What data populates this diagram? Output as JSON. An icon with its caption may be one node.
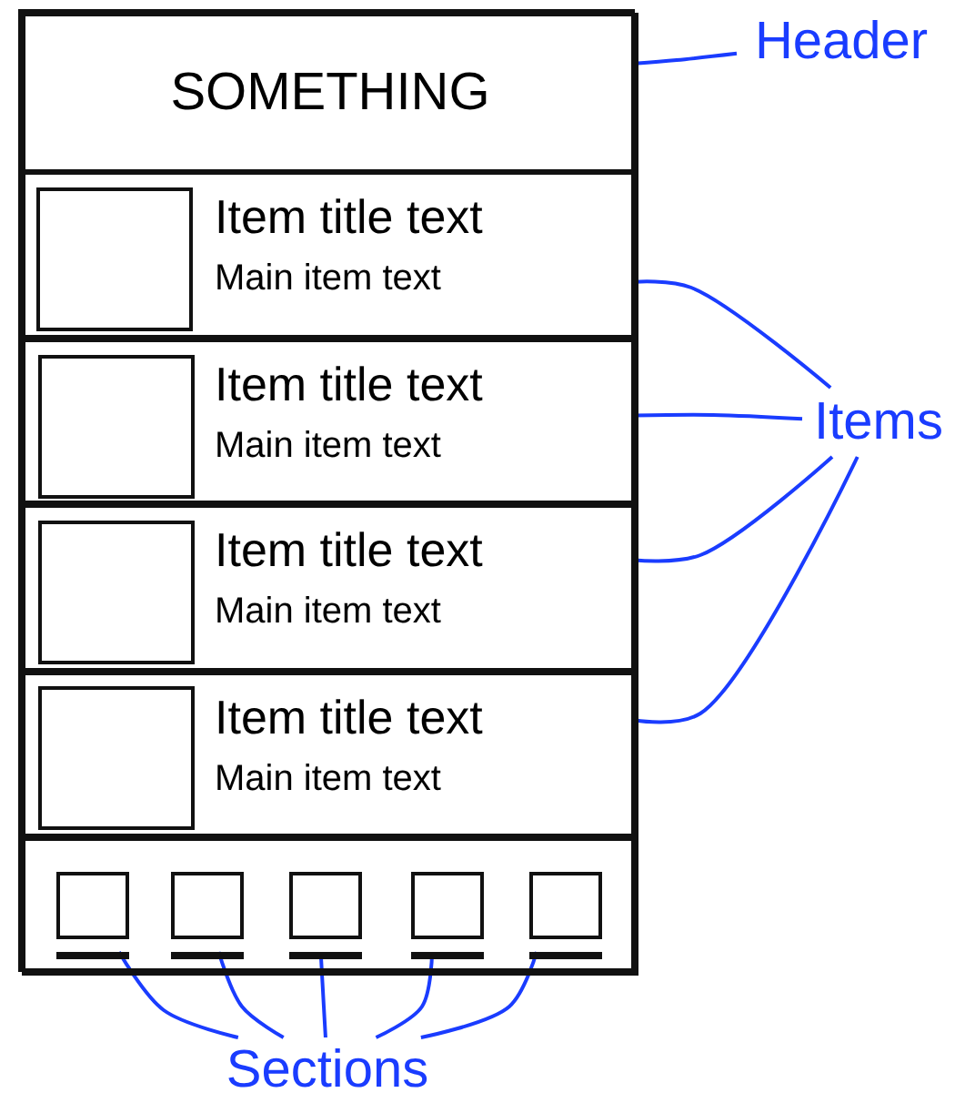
{
  "diagram": {
    "nodes": [
      {
        "text": [],
        "shape": "box"
      },
      {
        "text": [
          "SOMETHING"
        ],
        "in": 0
      },
      {
        "text": [
          "Item title text",
          "Main item text"
        ],
        "in": 0
      },
      {
        "text": [],
        "shape": "box",
        "in": 2
      },
      {
        "text": [
          "Item title text",
          "Main item text"
        ],
        "in": 0
      },
      {
        "text": [],
        "shape": "box",
        "in": 4
      },
      {
        "text": [
          "Item title text",
          "Main item text"
        ],
        "in": 0
      },
      {
        "text": [],
        "shape": "box",
        "in": 6
      },
      {
        "text": [
          "Item title text",
          "Main item text"
        ],
        "in": 0
      },
      {
        "text": [],
        "shape": "box",
        "in": 8
      },
      {
        "text": [],
        "shape": "box",
        "in": 0
      },
      {
        "text": [],
        "shape": "box",
        "in": 10
      },
      {
        "text": [],
        "shape": "box",
        "in": 10
      },
      {
        "text": [],
        "shape": "box",
        "in": 10
      },
      {
        "text": [],
        "shape": "box",
        "in": 10
      },
      {
        "text": [],
        "shape": "box",
        "in": 10
      },
      {
        "text": [
          "Header"
        ]
      },
      {
        "text": [
          "Items"
        ]
      },
      {
        "text": [
          "Sections"
        ]
      }
    ],
    "edges": [
      {
        "from": 16,
        "to": 1,
        "arrow": "none"
      },
      {
        "from": 17,
        "to": 2,
        "arrow": "none"
      },
      {
        "from": 17,
        "to": 4,
        "arrow": "none"
      },
      {
        "from": 17,
        "to": 6,
        "arrow": "none"
      },
      {
        "from": 17,
        "to": 8,
        "arrow": "none"
      },
      {
        "from": 18,
        "to": 11,
        "arrow": "none"
      },
      {
        "from": 18,
        "to": 12,
        "arrow": "none"
      },
      {
        "from": 18,
        "to": 13,
        "arrow": "none"
      },
      {
        "from": 18,
        "to": 14,
        "arrow": "none"
      },
      {
        "from": 18,
        "to": 15,
        "arrow": "none"
      }
    ]
  }
}
